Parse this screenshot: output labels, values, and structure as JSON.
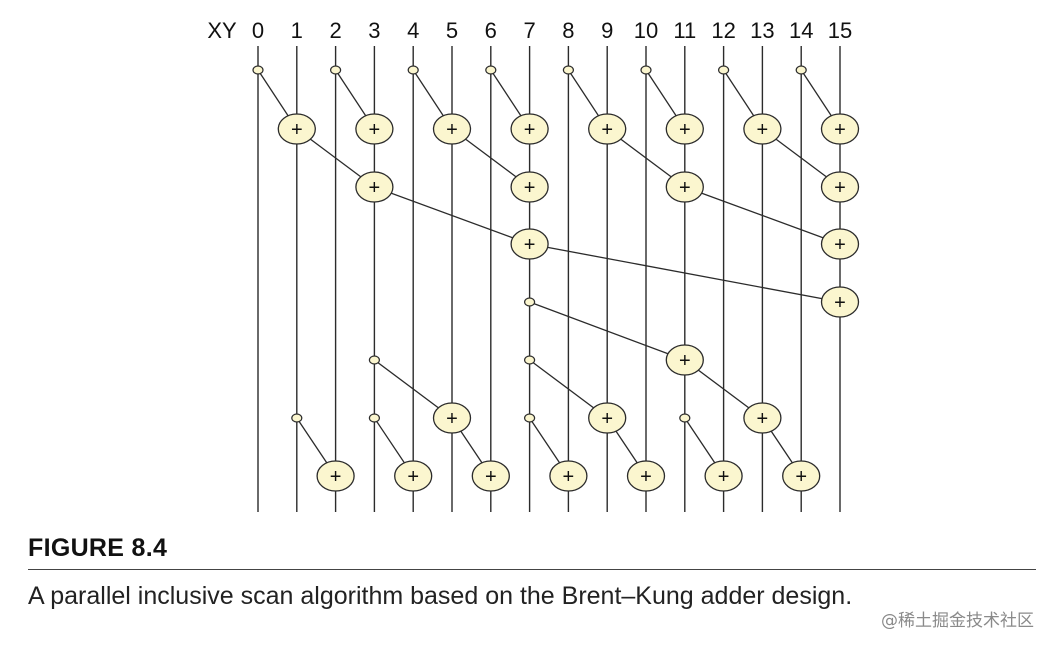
{
  "figure": {
    "label": "FIGURE 8.4",
    "caption": "A parallel inclusive scan algorithm based on the Brent–Kung adder design."
  },
  "watermark": "@稀土掘金技术社区",
  "diagram": {
    "header_label": "XY",
    "lanes": [
      "0",
      "1",
      "2",
      "3",
      "4",
      "5",
      "6",
      "7",
      "8",
      "9",
      "10",
      "11",
      "12",
      "13",
      "14",
      "15"
    ],
    "operator_symbol": "+",
    "colors": {
      "node_fill": "#fbf6cf",
      "stroke": "#2b2b2b"
    },
    "stages": [
      {
        "name": "up-sweep-1",
        "ops": [
          [
            0,
            1
          ],
          [
            2,
            3
          ],
          [
            4,
            5
          ],
          [
            6,
            7
          ],
          [
            8,
            9
          ],
          [
            10,
            11
          ],
          [
            12,
            13
          ],
          [
            14,
            15
          ]
        ]
      },
      {
        "name": "up-sweep-2",
        "ops": [
          [
            1,
            3
          ],
          [
            5,
            7
          ],
          [
            9,
            11
          ],
          [
            13,
            15
          ]
        ]
      },
      {
        "name": "up-sweep-3",
        "ops": [
          [
            3,
            7
          ],
          [
            11,
            15
          ]
        ]
      },
      {
        "name": "up-sweep-4",
        "ops": [
          [
            7,
            15
          ]
        ]
      },
      {
        "name": "down-sweep-1",
        "ops": [
          [
            7,
            11
          ]
        ]
      },
      {
        "name": "down-sweep-2",
        "ops": [
          [
            3,
            5
          ],
          [
            7,
            9
          ],
          [
            11,
            13
          ]
        ]
      },
      {
        "name": "down-sweep-3",
        "ops": [
          [
            1,
            2
          ],
          [
            3,
            4
          ],
          [
            5,
            6
          ],
          [
            7,
            8
          ],
          [
            9,
            10
          ],
          [
            11,
            12
          ],
          [
            13,
            14
          ]
        ]
      }
    ]
  }
}
